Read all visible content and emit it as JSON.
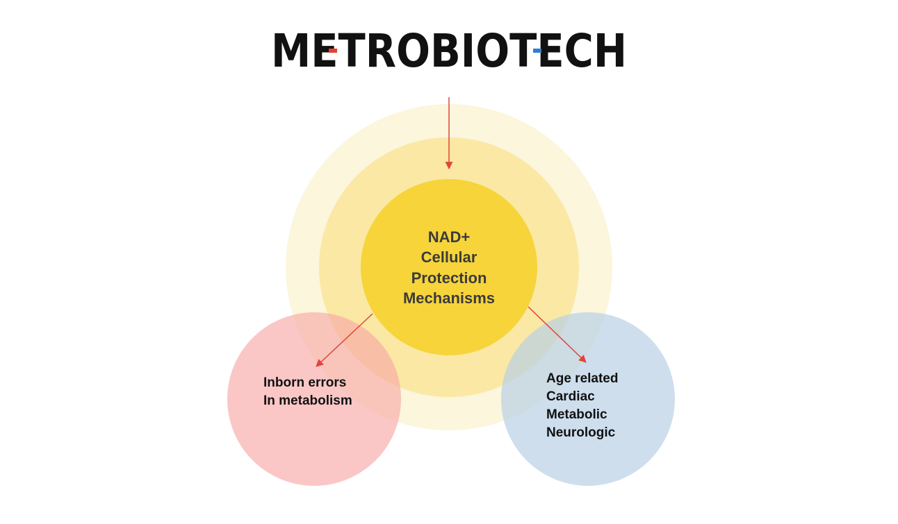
{
  "logo": {
    "text": "METROBIOTECH",
    "colors": {
      "text": "#111111",
      "red_accent": "#e8402f",
      "blue_accent": "#2f7fd1"
    }
  },
  "center": {
    "lines": [
      "NAD+",
      "Cellular",
      "Protection",
      "Mechanisms"
    ]
  },
  "left_circle": {
    "lines": [
      "Inborn errors",
      "In metabolism"
    ]
  },
  "right_circle": {
    "lines": [
      "Age related",
      "Cardiac",
      "Metabolic",
      "Neurologic"
    ]
  },
  "colors": {
    "outer_ring": "#fbf6dc",
    "middle_ring": "#fae8a4",
    "core": "#f6d43a",
    "left_circle": "#f8a9a7",
    "right_circle": "#b9d0e6",
    "arrow": "#e04538"
  }
}
